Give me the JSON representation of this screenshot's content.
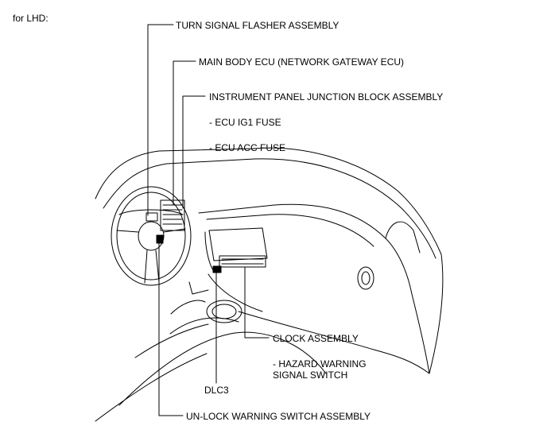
{
  "variant_label": "for LHD:",
  "callouts": {
    "turn_signal_flasher": "TURN SIGNAL FLASHER ASSEMBLY",
    "main_body_ecu": "MAIN BODY ECU (NETWORK GATEWAY ECU)",
    "junction_block": "INSTRUMENT PANEL JUNCTION BLOCK ASSEMBLY",
    "ecu_ig1_fuse": "- ECU IG1 FUSE",
    "ecu_acc_fuse": "- ECU ACC FUSE",
    "clock_assembly": "CLOCK ASSEMBLY",
    "hazard_switch": "- HAZARD WARNING\nSIGNAL SWITCH",
    "dlc3": "DLC3",
    "unlock_switch": "UN-LOCK WARNING SWITCH ASSEMBLY"
  }
}
